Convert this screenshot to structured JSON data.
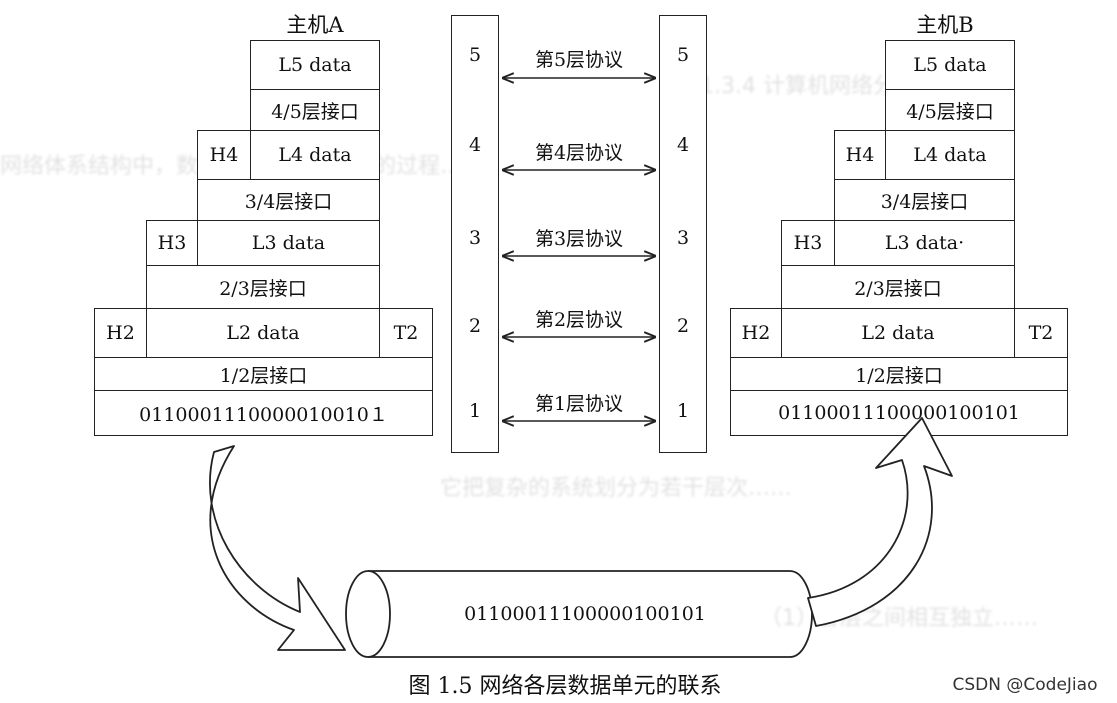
{
  "hostA": {
    "title": "主机A",
    "l5": "L5 data",
    "if45": "4/5层接口",
    "h4": "H4",
    "l4": "L4 data",
    "if34": "3/4层接口",
    "h3": "H3",
    "l3": "L3 data",
    "if23": "2/3层接口",
    "h2": "H2",
    "l2": "L2 data",
    "t2": "T2",
    "if12": "1/2层接口",
    "bits": "0110001110000010010１"
  },
  "hostB": {
    "title": "主机B",
    "l5": "L5 data",
    "if45": "4/5层接口",
    "h4": "H4",
    "l4": "L4 data",
    "if34": "3/4层接口",
    "h3": "H3",
    "l3": "L3 data·",
    "if23": "2/3层接口",
    "h2": "H2",
    "l2": "L2 data",
    "t2": "T2",
    "if12": "1/2层接口",
    "bits": "01100011100000100101"
  },
  "stacks": {
    "left": [
      "5",
      "4",
      "3",
      "2",
      "1"
    ],
    "right": [
      "5",
      "4",
      "3",
      "2",
      "1"
    ]
  },
  "protocols": [
    "第5层协议",
    "第4层协议",
    "第3层协议",
    "第2层协议",
    "第1层协议"
  ],
  "pipe": {
    "bits": "01100011100000100101"
  },
  "caption": "图 1.5    网络各层数据单元的联系",
  "watermark": "CSDN @CodeJiao"
}
